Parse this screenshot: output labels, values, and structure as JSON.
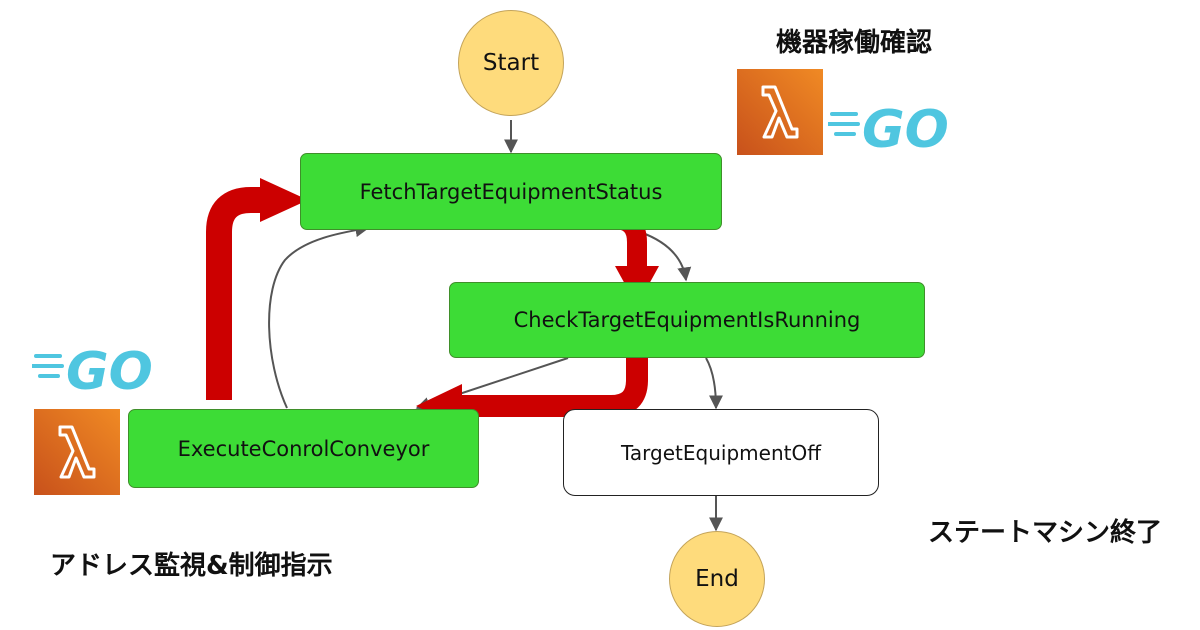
{
  "colors": {
    "task_fill": "#3ddc36",
    "terminal_fill": "#fedb7c",
    "highlight_arrow": "#cc0000",
    "edge": "#555555",
    "go_brand": "#4fc6e0",
    "lambda_orange": "#e8731f"
  },
  "diagram": {
    "nodes": {
      "start": {
        "label": "Start"
      },
      "fetch": {
        "label": "FetchTargetEquipmentStatus"
      },
      "check": {
        "label": "CheckTargetEquipmentIsRunning"
      },
      "execute": {
        "label": "ExecuteConrolConveyor"
      },
      "off": {
        "label": "TargetEquipmentOff"
      },
      "end": {
        "label": "End"
      }
    }
  },
  "captions": {
    "status_check": "機器稼働確認",
    "address_control": "アドレス監視&制御指示",
    "state_machine_end": "ステートマシン終了"
  },
  "icons": {
    "lambda": "aws-lambda-icon",
    "go": "go-logo"
  },
  "logos": {
    "go_text": "GO"
  }
}
